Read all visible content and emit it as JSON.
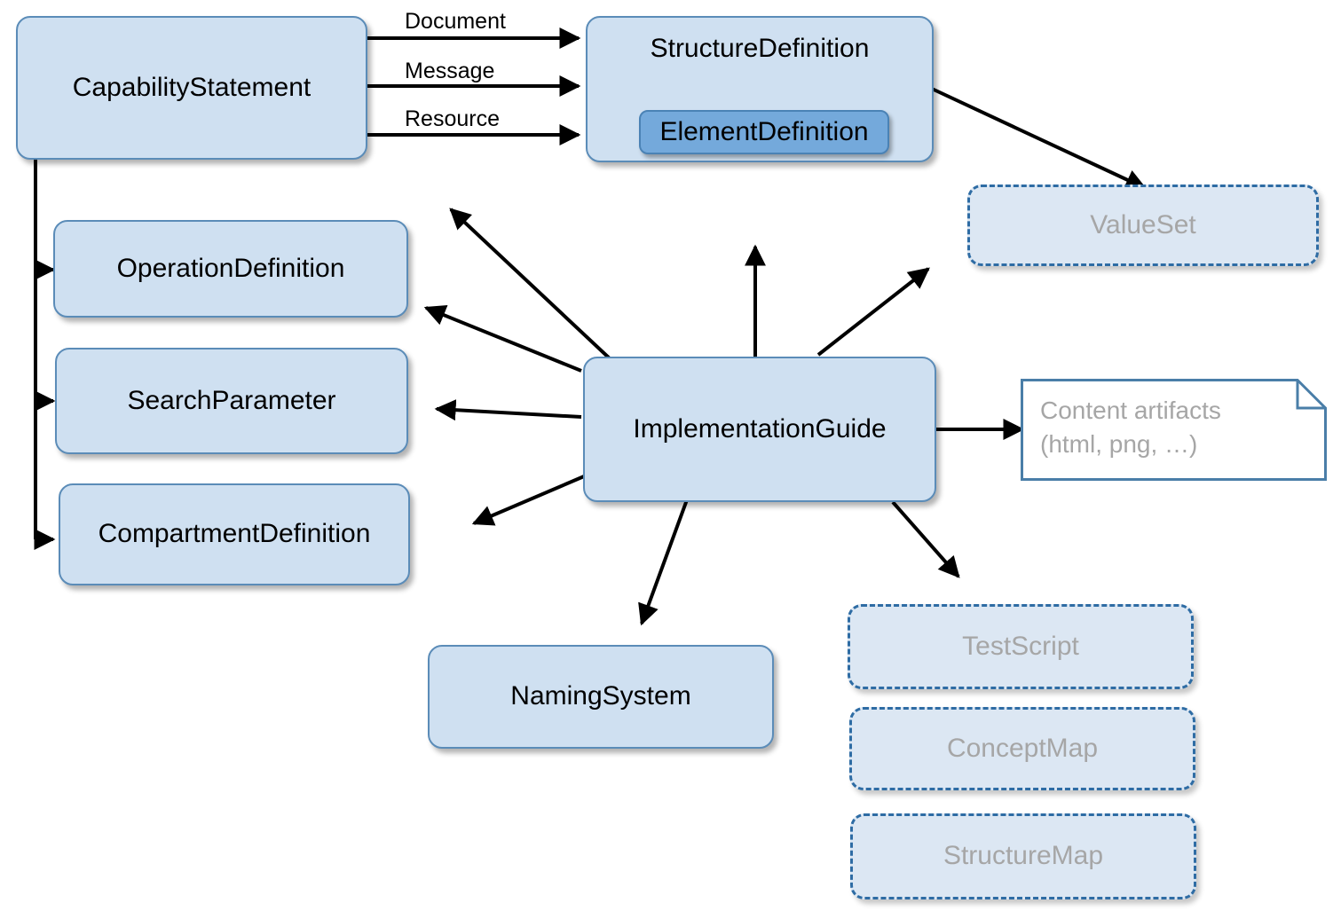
{
  "diagram": {
    "title": "FHIR Conformance and Implementation Guide resource relationships",
    "colors": {
      "node_fill": "#cfe0f1",
      "node_border": "#5b8cb8",
      "nested_fill": "#74a9db",
      "nested_border": "#4a82b5",
      "dashed_fill": "#dce7f3",
      "dashed_border": "#2e6ca4",
      "muted_text": "#a6a6a6",
      "text": "#000000",
      "arrow": "#000000",
      "background": "#ffffff"
    },
    "nodes": [
      {
        "id": "capability-statement",
        "label": "CapabilityStatement",
        "style": "solid"
      },
      {
        "id": "structure-definition",
        "label": "StructureDefinition",
        "style": "solid"
      },
      {
        "id": "element-definition",
        "label": "ElementDefinition",
        "style": "nested"
      },
      {
        "id": "value-set",
        "label": "ValueSet",
        "style": "dashed"
      },
      {
        "id": "operation-definition",
        "label": "OperationDefinition",
        "style": "solid"
      },
      {
        "id": "search-parameter",
        "label": "SearchParameter",
        "style": "solid"
      },
      {
        "id": "compartment-definition",
        "label": "CompartmentDefinition",
        "style": "solid"
      },
      {
        "id": "implementation-guide",
        "label": "ImplementationGuide",
        "style": "solid"
      },
      {
        "id": "content-artifacts",
        "label": "Content artifacts\n(html, png, …)",
        "style": "note"
      },
      {
        "id": "naming-system",
        "label": "NamingSystem",
        "style": "solid"
      },
      {
        "id": "test-script",
        "label": "TestScript",
        "style": "dashed"
      },
      {
        "id": "concept-map",
        "label": "ConceptMap",
        "style": "dashed"
      },
      {
        "id": "structure-map",
        "label": "StructureMap",
        "style": "dashed"
      }
    ],
    "edge_labels": [
      {
        "id": "document",
        "label": "Document"
      },
      {
        "id": "message",
        "label": "Message"
      },
      {
        "id": "resource",
        "label": "Resource"
      }
    ],
    "edges": [
      {
        "from": "capability-statement",
        "to": "structure-definition",
        "label": "Document"
      },
      {
        "from": "capability-statement",
        "to": "structure-definition",
        "label": "Message"
      },
      {
        "from": "capability-statement",
        "to": "structure-definition",
        "label": "Resource"
      },
      {
        "from": "capability-statement",
        "to": "operation-definition",
        "label": ""
      },
      {
        "from": "capability-statement",
        "to": "search-parameter",
        "label": ""
      },
      {
        "from": "capability-statement",
        "to": "compartment-definition",
        "label": ""
      },
      {
        "from": "structure-definition",
        "to": "value-set",
        "label": ""
      },
      {
        "from": "implementation-guide",
        "to": "structure-definition",
        "label": ""
      },
      {
        "from": "implementation-guide",
        "to": "operation-definition",
        "label": ""
      },
      {
        "from": "implementation-guide",
        "to": "search-parameter",
        "label": ""
      },
      {
        "from": "implementation-guide",
        "to": "compartment-definition",
        "label": ""
      },
      {
        "from": "implementation-guide",
        "to": "value-set",
        "label": ""
      },
      {
        "from": "implementation-guide",
        "to": "content-artifacts",
        "label": ""
      },
      {
        "from": "implementation-guide",
        "to": "naming-system",
        "label": ""
      },
      {
        "from": "implementation-guide",
        "to": "test-script",
        "label": ""
      }
    ]
  },
  "labels": {
    "capability_statement": "CapabilityStatement",
    "structure_definition": "StructureDefinition",
    "element_definition": "ElementDefinition",
    "value_set": "ValueSet",
    "operation_definition": "OperationDefinition",
    "search_parameter": "SearchParameter",
    "compartment_definition": "CompartmentDefinition",
    "implementation_guide": "ImplementationGuide",
    "content_artifacts_line1": "Content artifacts",
    "content_artifacts_line2": "(html, png, …)",
    "naming_system": "NamingSystem",
    "test_script": "TestScript",
    "concept_map": "ConceptMap",
    "structure_map": "StructureMap",
    "edge_document": "Document",
    "edge_message": "Message",
    "edge_resource": "Resource"
  }
}
